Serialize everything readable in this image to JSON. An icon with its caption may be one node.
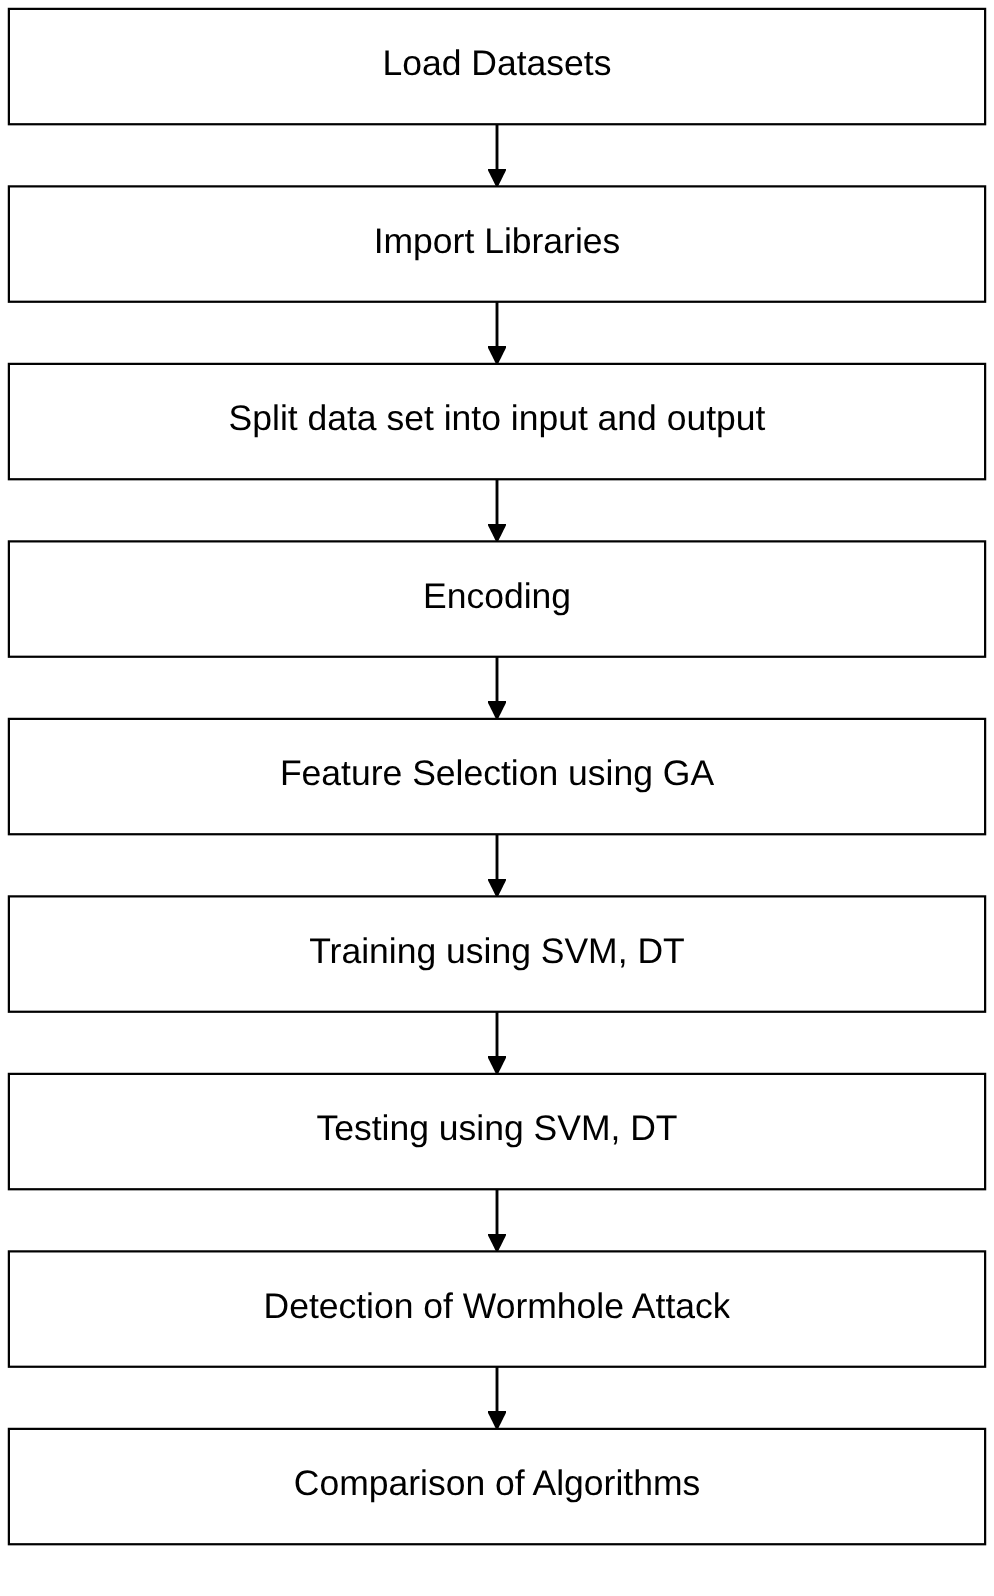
{
  "diagram": {
    "nodes": [
      {
        "text": [
          "Load Datasets"
        ]
      },
      {
        "text": [
          "Import Libraries"
        ]
      },
      {
        "text": [
          "Split data set into input and output"
        ]
      },
      {
        "text": [
          "Encoding"
        ]
      },
      {
        "text": [
          "Feature Selection using GA"
        ]
      },
      {
        "text": [
          "Training using SVM, DT"
        ]
      },
      {
        "text": [
          "Testing using SVM, DT"
        ]
      },
      {
        "text": [
          "Detection of Wormhole Attack"
        ]
      },
      {
        "text": [
          "Comparison of Algorithms"
        ]
      }
    ],
    "edges": [
      {
        "from": 0,
        "to": 1,
        "arrow": "to"
      },
      {
        "from": 1,
        "to": 2,
        "arrow": "to"
      },
      {
        "from": 2,
        "to": 3,
        "arrow": "to"
      },
      {
        "from": 3,
        "to": 4,
        "arrow": "to"
      },
      {
        "from": 4,
        "to": 5,
        "arrow": "to"
      },
      {
        "from": 5,
        "to": 6,
        "arrow": "to"
      },
      {
        "from": 6,
        "to": 7,
        "arrow": "to"
      },
      {
        "from": 7,
        "to": 8,
        "arrow": "to"
      }
    ]
  }
}
